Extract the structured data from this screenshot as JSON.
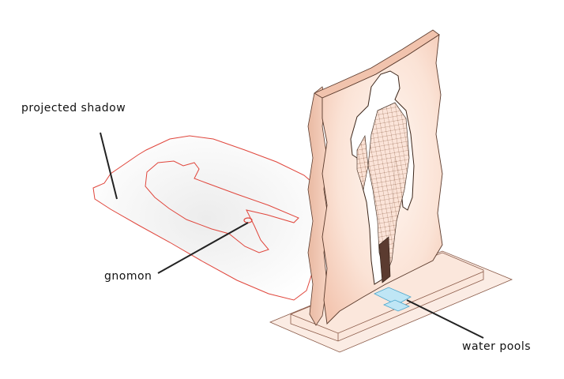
{
  "labels": {
    "projected_shadow": "projected shadow",
    "gnomon": "gnomon",
    "water_pools": "water pools"
  },
  "colors": {
    "shadow_outline": "#e0463c",
    "slab_fill": "#f7d7c6",
    "water": "#bfe6f5",
    "ink": "#222222"
  }
}
